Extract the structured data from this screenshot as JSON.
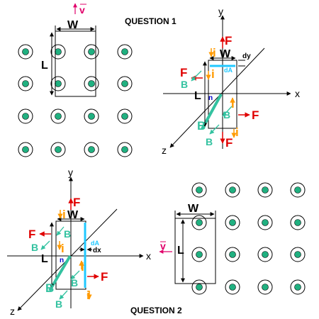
{
  "question1": {
    "title": "QUESTION 1",
    "width_label": "W",
    "length_label": "L",
    "velocity_label": "v",
    "diagram": {
      "axis_x": "x",
      "axis_y": "y",
      "axis_z": "z",
      "force": "F",
      "current": "i",
      "field": "B",
      "width": "W",
      "length": "L",
      "dy": "dy",
      "dA": "dA",
      "normal": "n"
    }
  },
  "question2": {
    "title": "QUESTION 2",
    "width_label": "W",
    "length_label": "L",
    "velocity_label": "v",
    "diagram": {
      "axis_x": "x",
      "axis_y": "y",
      "axis_z": "z",
      "force": "F",
      "current": "i",
      "field": "B",
      "width": "W",
      "length": "L",
      "dx": "dx",
      "dA": "dA",
      "normal": "n"
    }
  },
  "colors": {
    "force": "#e00000",
    "current": "#ff9a00",
    "field": "#33c2a0",
    "velocity": "#e0006a",
    "dA": "#20c8ff",
    "normal": "#0000cc",
    "dot": "#20b080"
  }
}
